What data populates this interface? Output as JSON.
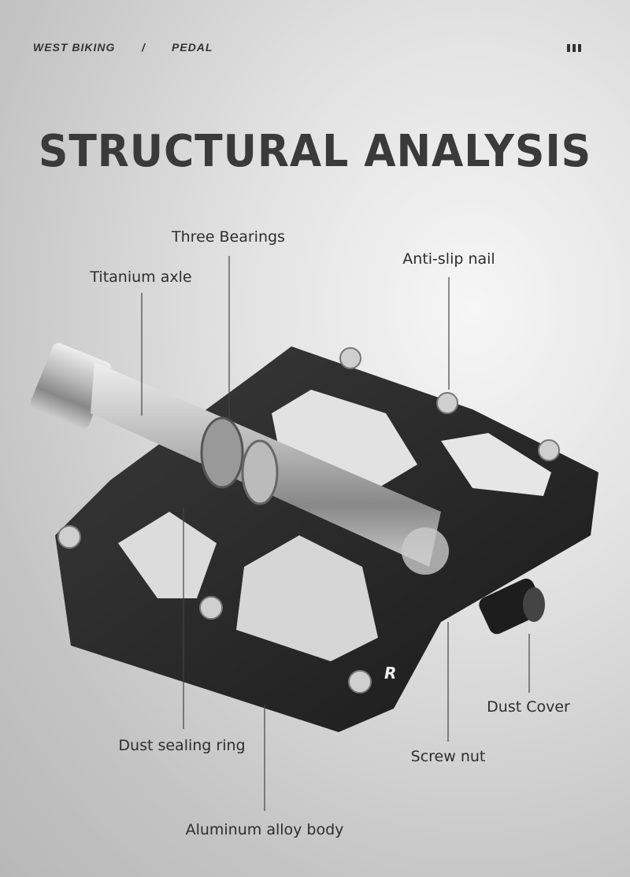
{
  "header": {
    "brand": "WEST BIKING",
    "separator": "/",
    "category": "PEDAL",
    "menu_icon": "menu-bars-icon"
  },
  "title": "STRUCTURAL ANALYSIS",
  "labels": {
    "three_bearings": "Three Bearings",
    "titanium_axle": "Titanium axle",
    "anti_slip_nail": "Anti-slip nail",
    "dust_cover": "Dust Cover",
    "dust_sealing_ring": "Dust sealing ring",
    "screw_nut": "Screw nut",
    "aluminum_body": "Aluminum alloy body"
  },
  "pedal_mark": "R"
}
